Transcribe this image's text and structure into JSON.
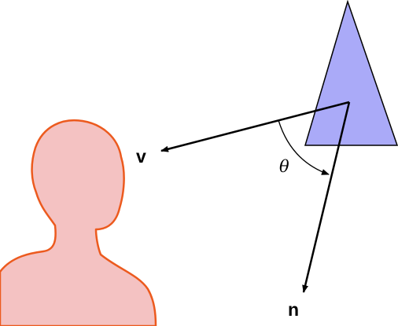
{
  "labels": {
    "view_vector": "v",
    "normal_vector": "n",
    "angle": "θ"
  },
  "icons": {
    "viewer": "person-silhouette-icon",
    "surface": "triangle-surface-icon"
  },
  "colors": {
    "person_fill": "#f4c2c2",
    "person_stroke": "#ec5a1e",
    "triangle_fill": "#aaaaf8",
    "triangle_stroke": "#000000",
    "arrow": "#000000"
  }
}
